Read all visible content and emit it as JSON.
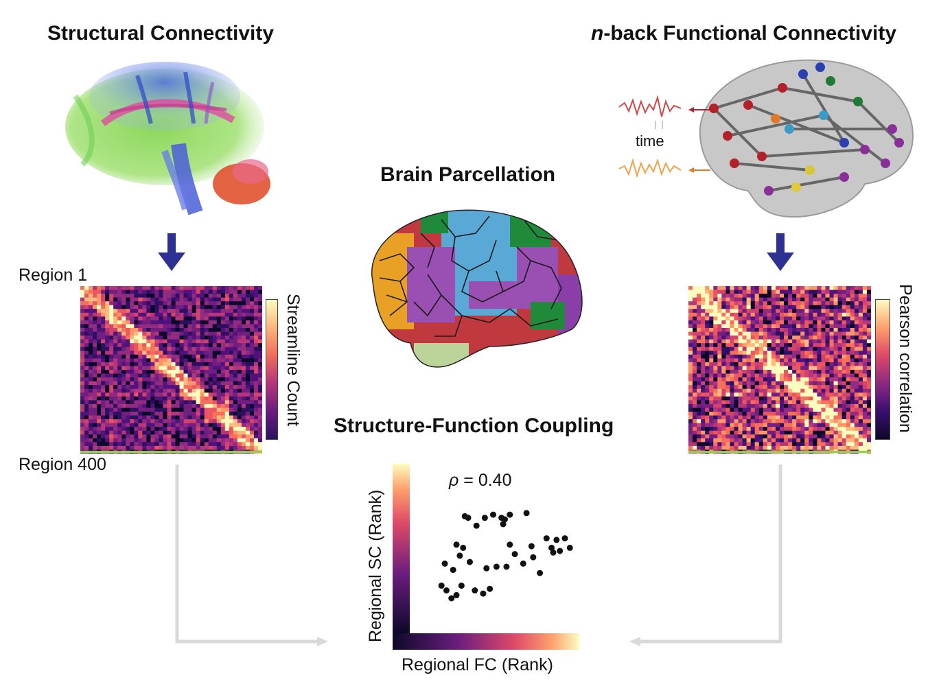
{
  "titles": {
    "structural": "Structural Connectivity",
    "functional_prefix": "n",
    "functional_rest": "-back Functional Connectivity",
    "parcellation": "Brain Parcellation",
    "coupling": "Structure-Function Coupling"
  },
  "labels": {
    "region_first": "Region 1",
    "region_last": "Region 400",
    "sc_colorbar": "Streamline Count",
    "fc_colorbar": "Pearson correlation",
    "time": "time"
  },
  "colors": {
    "arrow_blue": "#2e3192",
    "arrow_gray": "#d9d9d9",
    "magma_low": "#0d0829",
    "magma_mid": "#b5367a",
    "magma_high": "#fcfdbf"
  },
  "chart_data": {
    "type": "scatter",
    "xlabel": "Regional FC (Rank)",
    "ylabel": "Regional SC (Rank)",
    "annotation": "ρ = 0.40",
    "annotation_symbol": "ρ",
    "annotation_rest": " = 0.40",
    "xlim": [
      0,
      100
    ],
    "ylim": [
      0,
      100
    ],
    "points": [
      {
        "x": 33,
        "y": 72
      },
      {
        "x": 35,
        "y": 71
      },
      {
        "x": 40,
        "y": 66
      },
      {
        "x": 45,
        "y": 71
      },
      {
        "x": 50,
        "y": 73
      },
      {
        "x": 55,
        "y": 71
      },
      {
        "x": 57,
        "y": 70
      },
      {
        "x": 56,
        "y": 67
      },
      {
        "x": 60,
        "y": 73
      },
      {
        "x": 70,
        "y": 74
      },
      {
        "x": 26,
        "y": 38
      },
      {
        "x": 36,
        "y": 43
      },
      {
        "x": 46,
        "y": 39
      },
      {
        "x": 52,
        "y": 40
      },
      {
        "x": 58,
        "y": 40
      },
      {
        "x": 63,
        "y": 48
      },
      {
        "x": 68,
        "y": 42
      },
      {
        "x": 74,
        "y": 46
      },
      {
        "x": 60,
        "y": 54
      },
      {
        "x": 73,
        "y": 53
      },
      {
        "x": 82,
        "y": 58
      },
      {
        "x": 88,
        "y": 57
      },
      {
        "x": 85,
        "y": 52
      },
      {
        "x": 86,
        "y": 49
      },
      {
        "x": 90,
        "y": 50
      },
      {
        "x": 93,
        "y": 58
      },
      {
        "x": 96,
        "y": 52
      },
      {
        "x": 28,
        "y": 54
      },
      {
        "x": 30,
        "y": 47
      },
      {
        "x": 32,
        "y": 52
      },
      {
        "x": 21,
        "y": 42
      },
      {
        "x": 19,
        "y": 28
      },
      {
        "x": 22,
        "y": 25
      },
      {
        "x": 28,
        "y": 22
      },
      {
        "x": 31,
        "y": 28
      },
      {
        "x": 39,
        "y": 25
      },
      {
        "x": 44,
        "y": 23
      },
      {
        "x": 48,
        "y": 26
      },
      {
        "x": 25,
        "y": 20
      },
      {
        "x": 78,
        "y": 36
      }
    ]
  }
}
